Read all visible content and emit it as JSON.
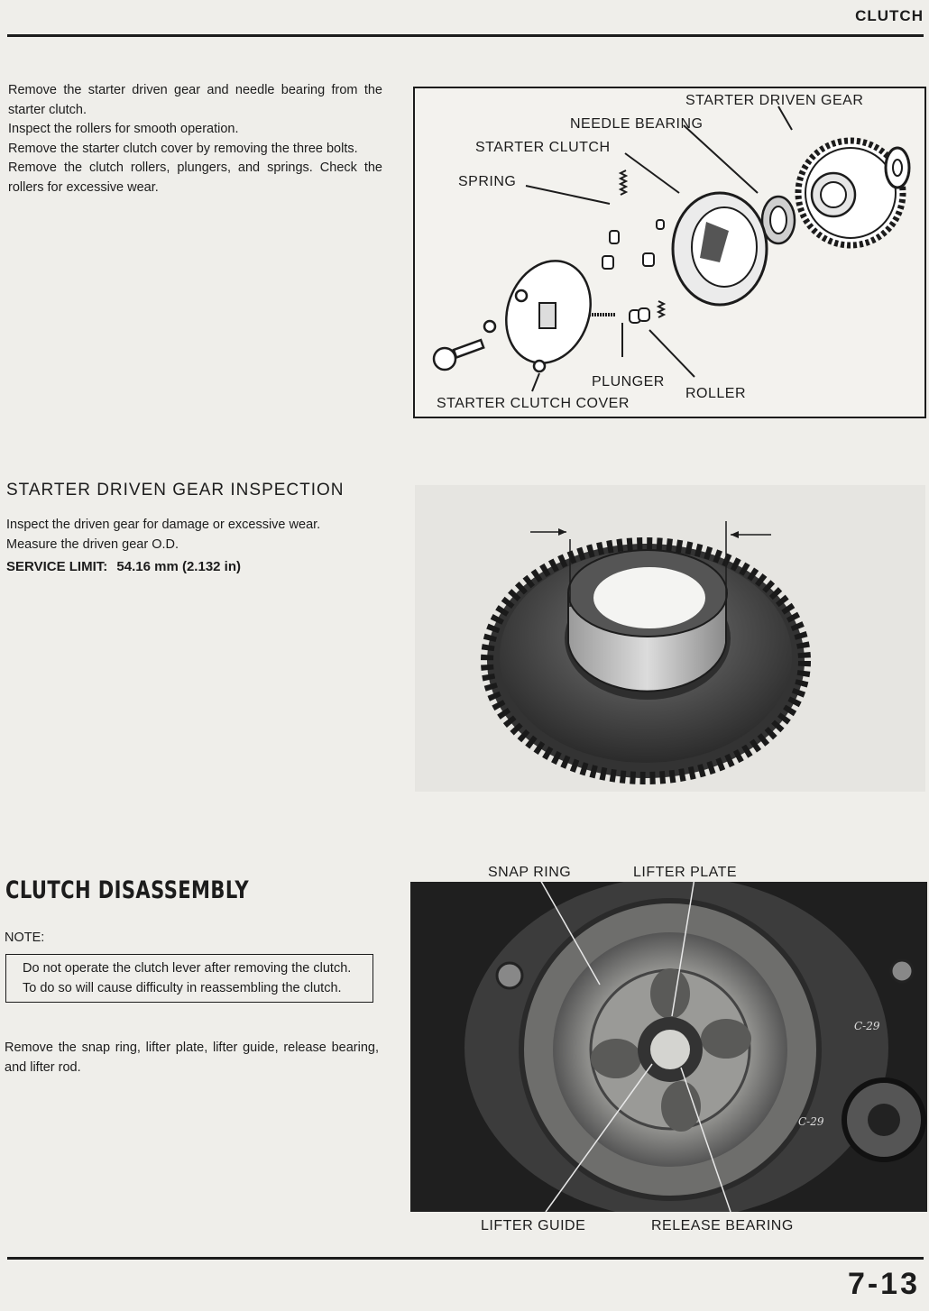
{
  "header": {
    "section": "CLUTCH"
  },
  "section1": {
    "paragraphs": [
      "Remove the starter driven gear and needle bearing from the starter clutch.",
      "Inspect the rollers for smooth operation.",
      "Remove the starter clutch cover by removing the three bolts.",
      "Remove the clutch rollers, plungers, and springs. Check the rollers for excessive wear."
    ],
    "figure_labels": {
      "starter_driven_gear": "STARTER DRIVEN GEAR",
      "needle_bearing": "NEEDLE BEARING",
      "starter_clutch": "STARTER CLUTCH",
      "spring": "SPRING",
      "plunger": "PLUNGER",
      "roller": "ROLLER",
      "starter_clutch_cover": "STARTER CLUTCH COVER"
    }
  },
  "section2": {
    "heading": "STARTER DRIVEN GEAR INSPECTION",
    "paragraphs": [
      "Inspect the driven gear for damage or excessive wear.",
      "Measure the driven gear O.D."
    ],
    "spec_label": "SERVICE LIMIT:",
    "spec_value": "54.16 mm (2.132 in)"
  },
  "section3": {
    "heading": "CLUTCH DISASSEMBLY",
    "note_label": "NOTE:",
    "note_text": "Do not operate the clutch lever after removing the clutch. To do so will cause difficulty in reassembling the clutch.",
    "paragraph": "Remove the snap ring, lifter plate, lifter guide, release bearing, and lifter rod.",
    "figure_labels": {
      "snap_ring": "SNAP RING",
      "lifter_plate": "LIFTER PLATE",
      "lifter_guide": "LIFTER GUIDE",
      "release_bearing": "RELEASE BEARING"
    },
    "photo_marks": [
      "C-29",
      "C-29"
    ]
  },
  "footer": {
    "page_number": "7-13"
  }
}
